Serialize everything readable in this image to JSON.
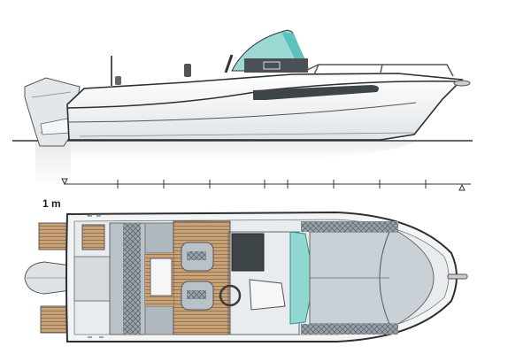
{
  "drawing": {
    "profile_view": {
      "label": "boat-side-profile"
    },
    "plan_view": {
      "label": "boat-deck-plan"
    }
  },
  "scale_bar": {
    "label": "1 m",
    "tick_count": 8,
    "start_marker": "▽",
    "end_marker": "△"
  },
  "colors": {
    "hull": "#f4f6f8",
    "hull_line": "#2b2f33",
    "windshield": "#7fd0cc",
    "teak": "#c9a277",
    "cushion": "#b8c2c8",
    "outboard": "#d3d6d9",
    "waterline": "#333333"
  }
}
